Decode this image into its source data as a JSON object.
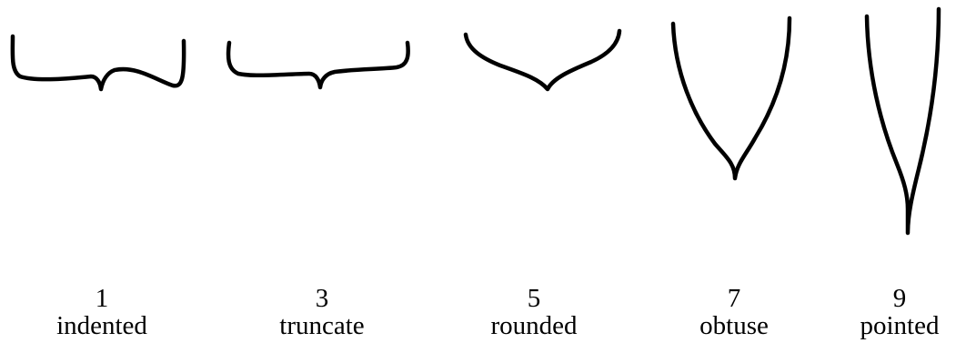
{
  "stroke_color": "#000000",
  "background_color": "#ffffff",
  "shapes": [
    {
      "number": "1",
      "name": "indented"
    },
    {
      "number": "3",
      "name": "truncate"
    },
    {
      "number": "5",
      "name": "rounded"
    },
    {
      "number": "7",
      "name": "obtuse"
    },
    {
      "number": "9",
      "name": "pointed"
    }
  ]
}
